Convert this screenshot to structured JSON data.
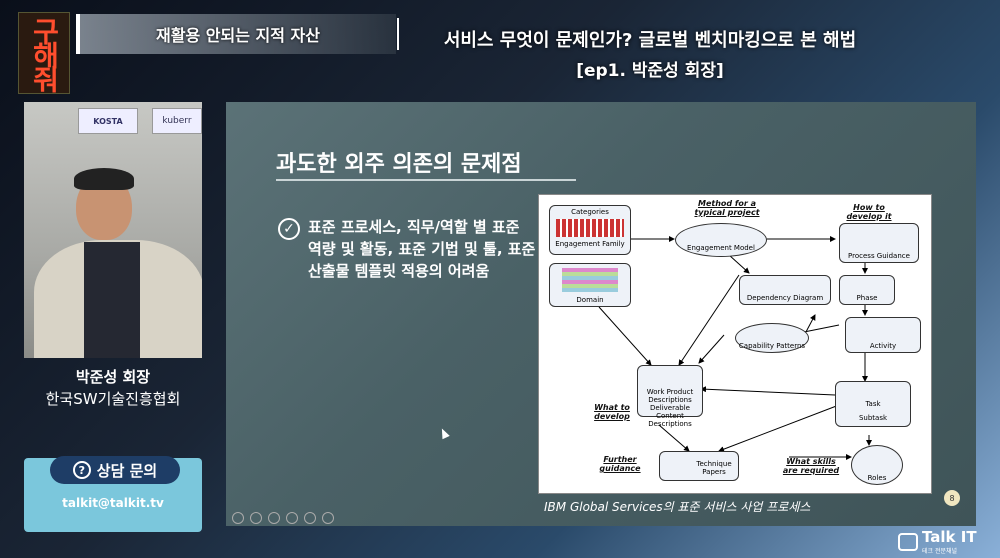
{
  "header": {
    "logo_text": "구해줘",
    "topic": "재활용 안되는 지적 자산",
    "title": "서비스 무엇이 문제인가? 글로벌 벤치마킹으로 본 해법",
    "subtitle": "[ep1. 박준성 회장]"
  },
  "speaker": {
    "name": "박준성 회장",
    "org": "한국SW기술진흥협회",
    "banner_left": "KOSTA",
    "banner_right": "kuberr"
  },
  "consult": {
    "label": "상담 문의",
    "email": "talkit@talkit.tv"
  },
  "slide": {
    "title": "과도한 외주 의존의 문제점",
    "bullet": "표준 프로세스, 직무/역할 별 표준 역량 및 활동, 표준 기법 및 툴, 표준 산출물 템플릿 적용의 어려움",
    "caption": "IBM Global Services의 표준 서비스 사업 프로세스",
    "page_number": "8"
  },
  "diagram": {
    "categories": "Categories",
    "engagement_family": "Engagement Family",
    "domain": "Domain",
    "method": "Method for a typical project",
    "engagement_model": "Engagement Model",
    "how_to": "How to develop it",
    "process_guidance": "Process Guidance",
    "dependency": "Dependency Diagram",
    "phase": "Phase",
    "capability": "Capability Patterns",
    "activity": "Activity",
    "work_product": "Work Product Descriptions",
    "deliverable": "Deliverable Content Descriptions",
    "what_to": "What to develop",
    "task": "Task",
    "subtask": "Subtask",
    "further": "Further guidance",
    "technique": "Technique Papers",
    "what_skills": "What skills are required",
    "roles": "Roles"
  },
  "brand": {
    "name": "Talk IT",
    "sub": "테크 전문채널"
  }
}
